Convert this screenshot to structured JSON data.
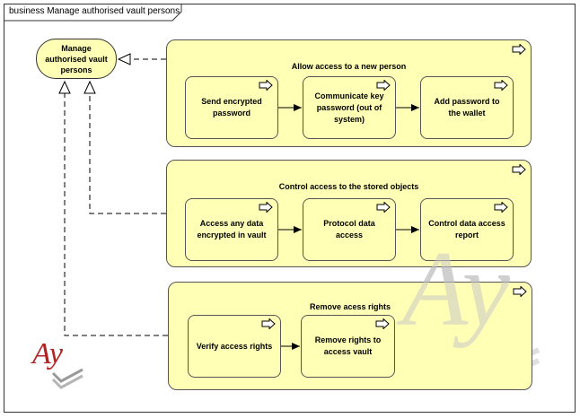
{
  "frame": {
    "title": "business Manage authorised vault persons"
  },
  "main_process": {
    "label": "Manage authorised vault persons"
  },
  "groups": [
    {
      "title": "Allow access to a new person",
      "processes": [
        "Send encrypted password",
        "Communicate key password (out of system)",
        "Add password to the wallet"
      ]
    },
    {
      "title": "Control access to the stored objects",
      "processes": [
        "Access any data encrypted in vault",
        "Protocol data access",
        "Control data access report"
      ]
    },
    {
      "title": "Remove acess rights",
      "processes": [
        "Verify access rights",
        "Remove rights to access vault"
      ]
    }
  ],
  "logo": {
    "text": "Ay"
  },
  "colors": {
    "fill": "#ffffb5",
    "stroke": "#555555",
    "logo": "#b22222",
    "watermark": "#d8d8d8"
  }
}
